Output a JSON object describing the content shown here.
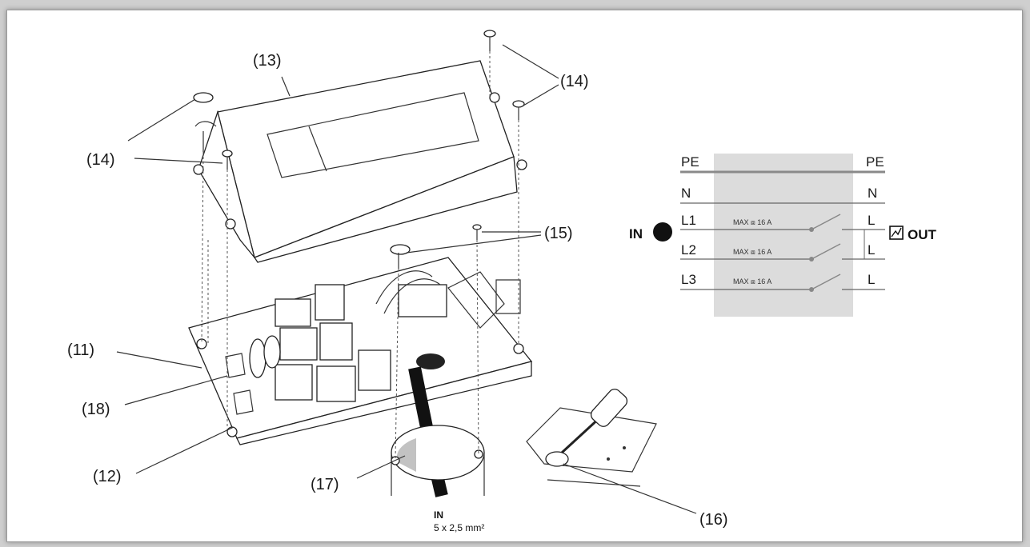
{
  "callouts": {
    "c11": "(11)",
    "c12": "(12)",
    "c13": "(13)",
    "c14a": "(14)",
    "c14b": "(14)",
    "c15": "(15)",
    "c16": "(16)",
    "c17": "(17)",
    "c18": "(18)"
  },
  "cable": {
    "label": "IN",
    "spec": "5 x 2,5 mm²"
  },
  "schematic": {
    "left_labels": [
      "PE",
      "N",
      "L1",
      "L2",
      "L3"
    ],
    "right_labels": [
      "PE",
      "N",
      "L",
      "L",
      "L"
    ],
    "fuse_labels": [
      "MAX ⧈ 16 A",
      "MAX ⧈ 16 A",
      "MAX ⧈ 16 A"
    ],
    "in_label": "IN",
    "out_label": "OUT",
    "colors": {
      "box_fill": "#dcdcdc",
      "pe_line": "#8a8a8a",
      "line": "#666666",
      "switch": "#888888"
    }
  }
}
